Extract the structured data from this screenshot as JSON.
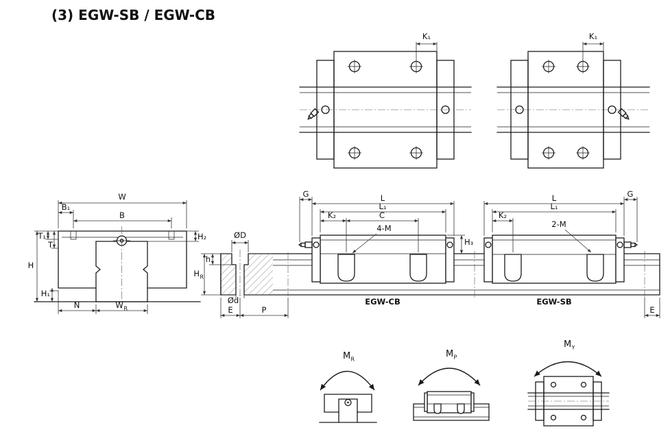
{
  "page": {
    "title": "(3) EGW-SB / EGW-CB"
  },
  "colors": {
    "line": "#1a1a1a",
    "dim": "#333333",
    "text": "#111111",
    "background": "#ffffff"
  },
  "top_view_cb": {
    "k1": "K₁"
  },
  "top_view_sb": {
    "k1": "K₁"
  },
  "front_view": {
    "w": "W",
    "b1": "B₁",
    "b": "B",
    "t1": "T₁",
    "t": "T",
    "h": "H",
    "h1": "H₁",
    "h2": "H₂",
    "n": "N",
    "wr_base": "W",
    "wr_sub": "R"
  },
  "rail_section": {
    "od": "ØD",
    "od_small": "Ød",
    "h": "h",
    "hr_base": "H",
    "hr_sub": "R",
    "e": "E",
    "p": "P"
  },
  "side_view_cb": {
    "g": "G",
    "l": "L",
    "l1": "L₁",
    "k2": "K₂",
    "c": "C",
    "m": "4-M",
    "h3": "H₃",
    "caption": "EGW-CB"
  },
  "side_view_sb": {
    "g": "G",
    "l": "L",
    "l1": "L₁",
    "k2": "K₂",
    "m": "2-M",
    "caption": "EGW-SB",
    "e": "E"
  },
  "moments": {
    "mr_base": "M",
    "mr_sub": "R",
    "mp_base": "M",
    "mp_sub": "P",
    "my_base": "M",
    "my_sub": "Y"
  }
}
